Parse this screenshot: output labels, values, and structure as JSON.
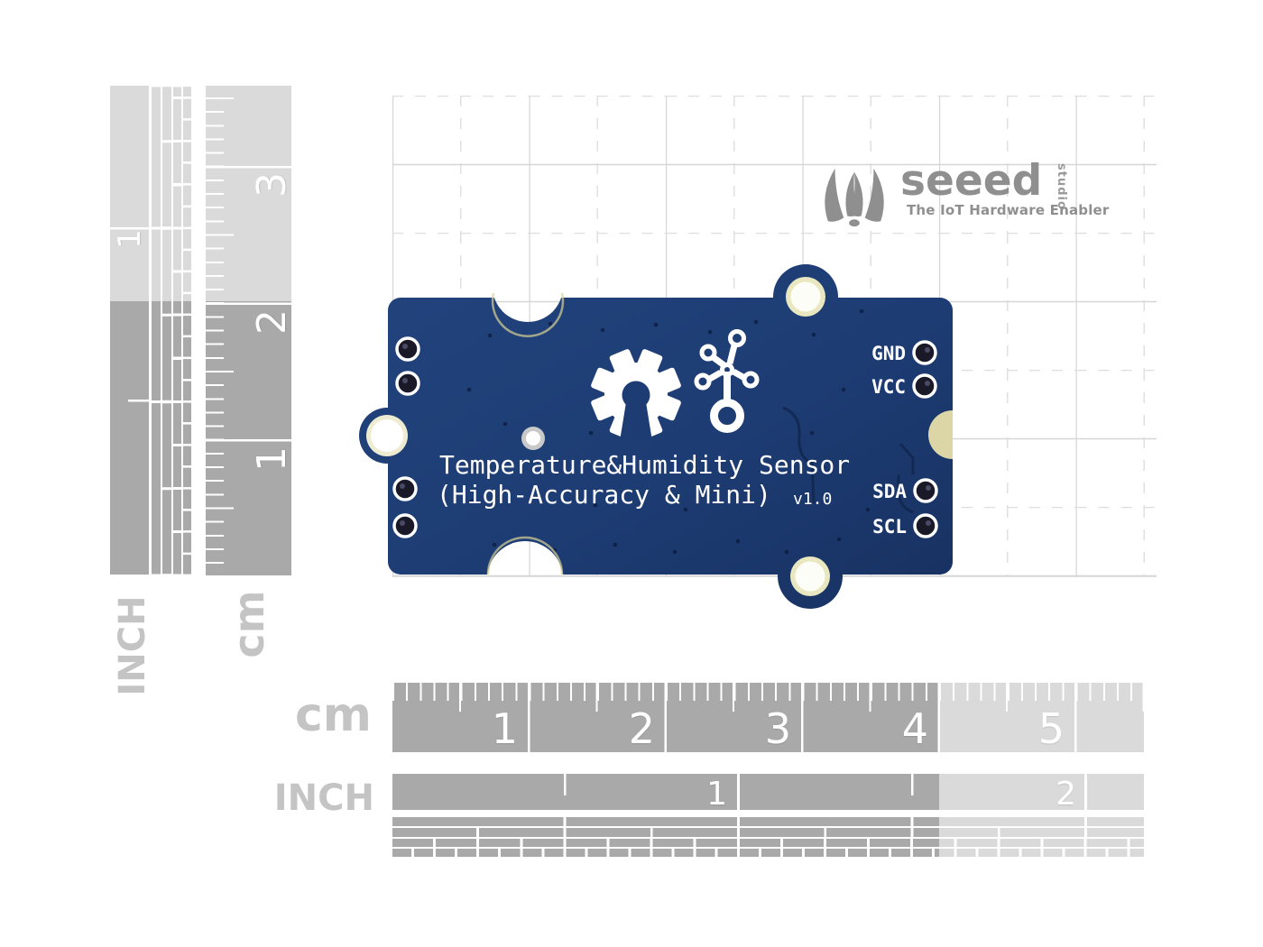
{
  "board": {
    "silkscreen_title_line1": "Temperature&Humidity Sensor",
    "silkscreen_title_line2": "(High-Accuracy & Mini)",
    "version_label": "v1.0",
    "pcb_color": "#1d3c73",
    "pins": [
      {
        "label": "GND"
      },
      {
        "label": "VCC"
      },
      {
        "label": "SDA"
      },
      {
        "label": "SCL"
      }
    ]
  },
  "brand": {
    "name": "seeed",
    "suffix": "studio",
    "tagline": "The IoT Hardware Enabler",
    "color": "#8f8f8f"
  },
  "rulers": {
    "dark_color": "#a9a9a9",
    "light_color": "#dadada",
    "bottom_cm": {
      "unit_label": "cm",
      "numbers": [
        "1",
        "2",
        "3",
        "4",
        "5"
      ]
    },
    "bottom_inch": {
      "unit_label": "INCH",
      "numbers": [
        "1",
        "2"
      ]
    },
    "left_cm": {
      "unit_label": "cm",
      "numbers": [
        "3",
        "2",
        "1"
      ]
    },
    "left_inch": {
      "unit_label": "INCH",
      "numbers": [
        "1"
      ]
    }
  }
}
